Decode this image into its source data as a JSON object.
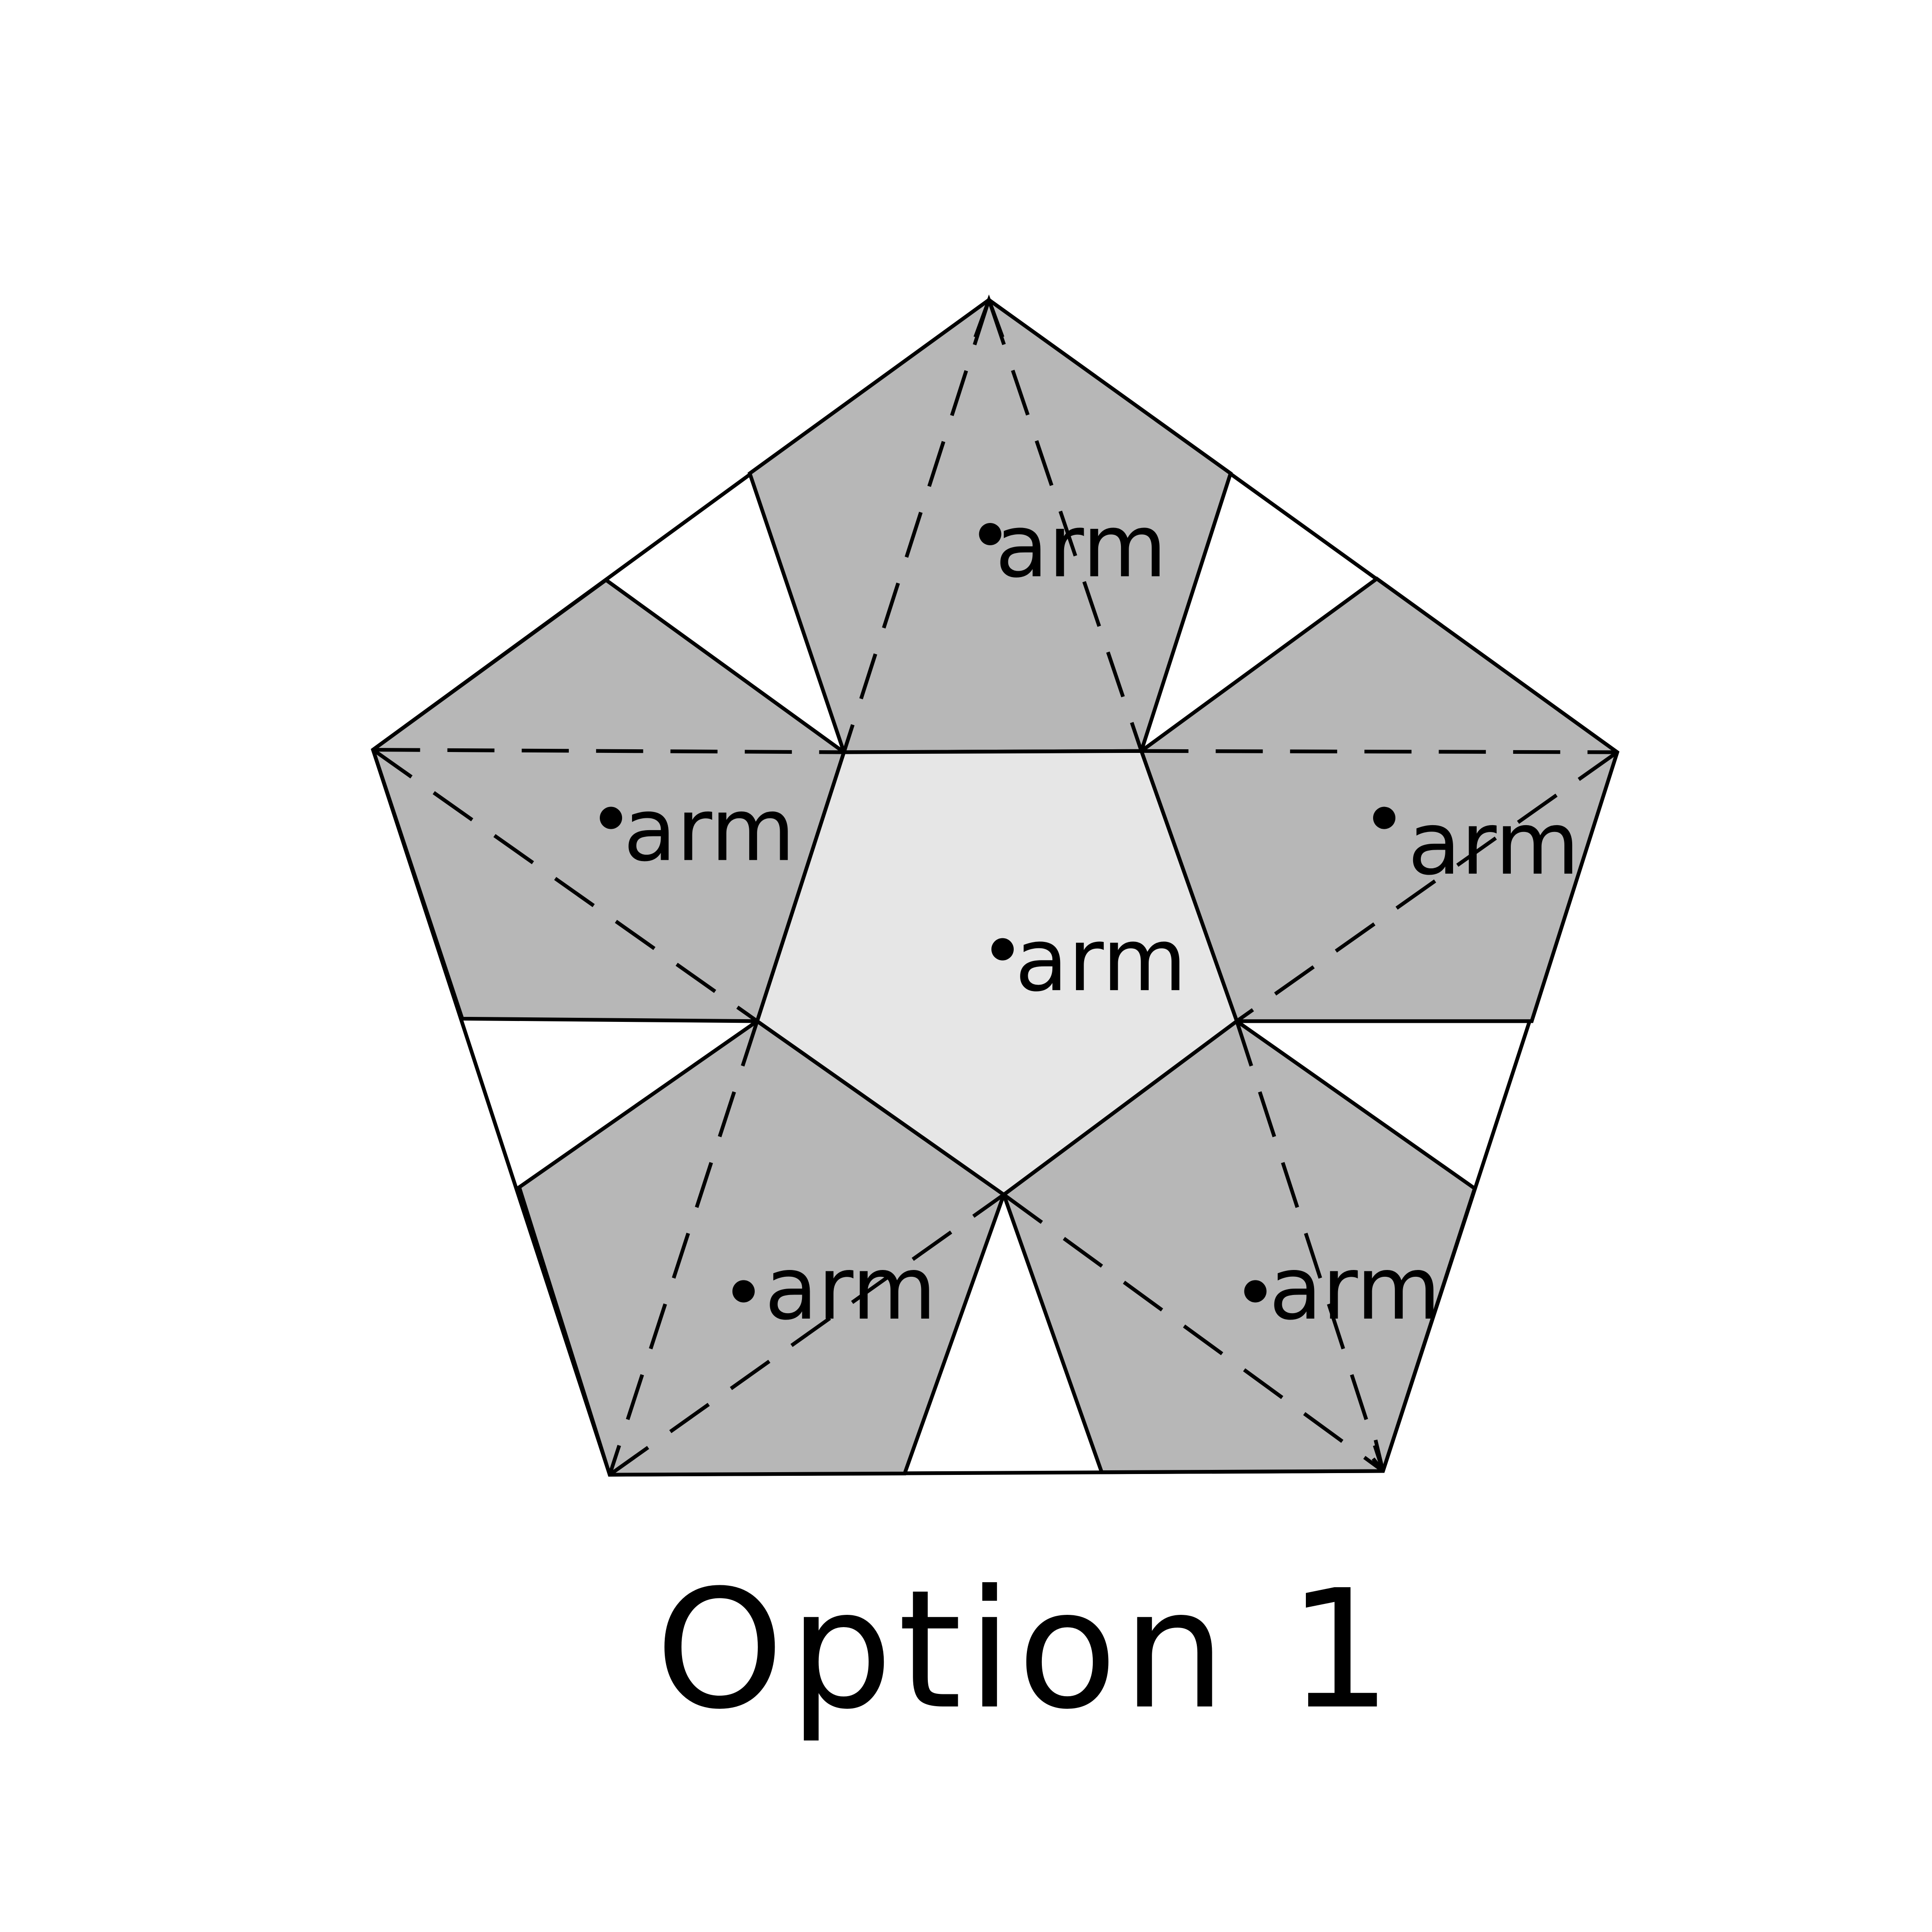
{
  "caption": "Option 1",
  "point_label": "arm",
  "colors": {
    "module_fill": "#b7b7b7",
    "center_fill": "#e6e6e6",
    "stroke": "#000000",
    "background": "#ffffff"
  },
  "modules": [
    {
      "id": "top",
      "label": "arm"
    },
    {
      "id": "left",
      "label": "arm"
    },
    {
      "id": "right",
      "label": "arm"
    },
    {
      "id": "bottom-left",
      "label": "arm"
    },
    {
      "id": "bottom-right",
      "label": "arm"
    }
  ],
  "center": {
    "label": "arm"
  }
}
